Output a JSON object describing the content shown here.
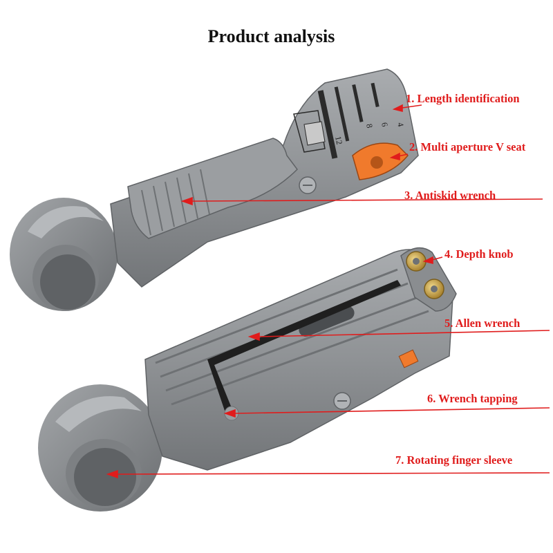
{
  "title": "Product analysis",
  "colors": {
    "accent": "#e01c1c",
    "tool_body": "#8f9295",
    "tool_dark": "#6e7174",
    "tool_light": "#b3b6b9",
    "blade_holder": "#f07a2c",
    "brass": "#c9a24a"
  },
  "tool_markings": [
    "4",
    "6",
    "8",
    "12"
  ],
  "callouts": [
    {
      "label": "1. Length identification"
    },
    {
      "label": "2. Multi aperture V seat"
    },
    {
      "label": "3. Antiskid wrench"
    },
    {
      "label": "4. Depth knob"
    },
    {
      "label": "5. Allen wrench"
    },
    {
      "label": "6. Wrench tapping"
    },
    {
      "label": "7. Rotating finger sleeve"
    }
  ]
}
